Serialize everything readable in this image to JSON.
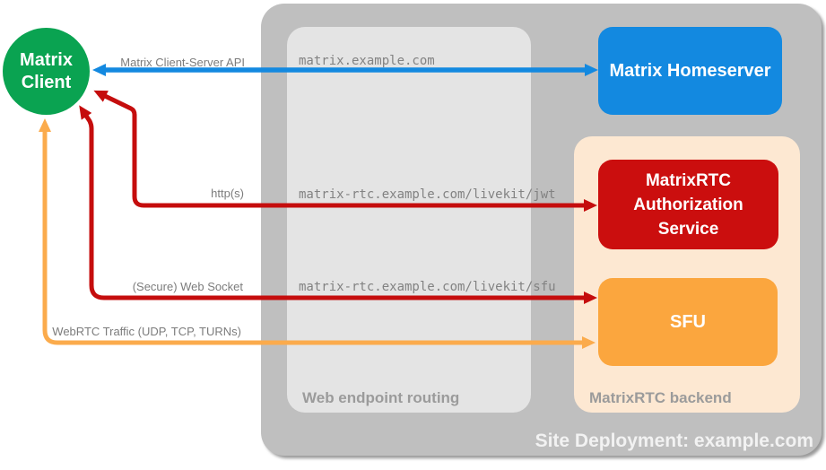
{
  "colors": {
    "green": "#0aa351",
    "blue": "#1389e0",
    "red": "#c50d0d",
    "red_box": "#cb0e0e",
    "orange": "#fbab4c",
    "orange_box": "#fba63e",
    "peach": "#fde8d2",
    "outer_gray": "#bfbfbf",
    "inner_gray": "#e4e4e4"
  },
  "client": {
    "label": "Matrix Client"
  },
  "homeserver": {
    "label": "Matrix Homeserver"
  },
  "backend": {
    "label": "MatrixRTC backend",
    "auth_label": "MatrixRTC Authorization Service",
    "sfu_label": "SFU"
  },
  "routing": {
    "label": "Web endpoint routing",
    "endpoints": [
      "matrix.example.com",
      "matrix-rtc.example.com/livekit/jwt",
      "matrix-rtc.example.com/livekit/sfu"
    ]
  },
  "site": {
    "label": "Site Deployment: example.com"
  },
  "arrows": {
    "csapi": {
      "label": "Matrix Client-Server API"
    },
    "http": {
      "label": "http(s)"
    },
    "websocket": {
      "label": "(Secure) Web Socket"
    },
    "webrtc": {
      "label": "WebRTC Traffic (UDP, TCP, TURNs)"
    }
  }
}
